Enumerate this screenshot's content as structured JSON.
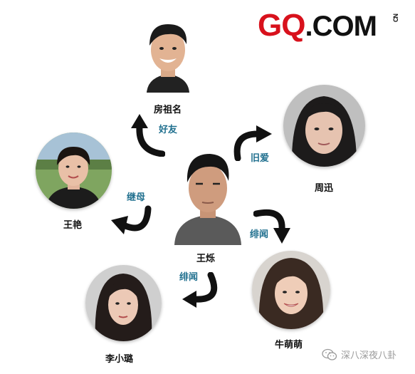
{
  "logo": {
    "brand": "GQ",
    "suffix": ".COM",
    "tld": "CN"
  },
  "people": {
    "center": {
      "name": "王烁"
    },
    "top": {
      "name": "房祖名"
    },
    "left": {
      "name": "王艳"
    },
    "right": {
      "name": "周迅"
    },
    "bottom_left": {
      "name": "李小璐"
    },
    "bottom_right": {
      "name": "牛萌萌"
    }
  },
  "relations": {
    "top": "好友",
    "left": "继母",
    "right": "旧爱",
    "bottom_right": "绯闻",
    "bottom_left": "绯闻"
  },
  "watermark": {
    "text": "深八深夜八卦",
    "icon": "wechat-icon"
  },
  "colors": {
    "relation_text": "#1f6f8e",
    "logo_red": "#d8111c",
    "arrow": "#111111"
  }
}
